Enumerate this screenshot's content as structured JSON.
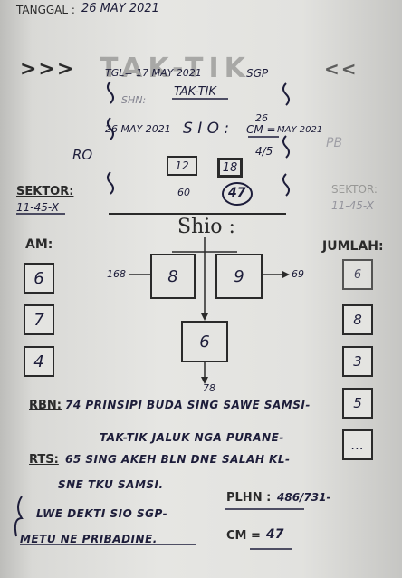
{
  "header": {
    "tanggal_label": "TANGGAL :",
    "tanggal_value": "26 MAY 2021"
  },
  "title": {
    "arrows_left": ">>>",
    "text": "TAK-TIK",
    "arrows_right": "<<"
  },
  "notes": {
    "tgl": "TGL= 17 MAY 2021",
    "shn": "SHN:",
    "sgp_left": "SGP",
    "taktik": "TAK-TIK",
    "tgl2": "26 MAY 2021",
    "sio": "S I O :",
    "cm_label": "CM =",
    "cm_day": "26",
    "cm_month": "MAY 2021",
    "fraction": "4/5",
    "ro": "RO",
    "small_left": "12",
    "small_right": "18",
    "below_left": "60",
    "below_right": "47",
    "right_ghost": "PB"
  },
  "sektor": {
    "left_label": "SEKTOR:",
    "left_value": "11-45-X",
    "right_label": "SEKTOR:",
    "right_value": "11-45-X"
  },
  "shio_label": "Shio :",
  "am": {
    "label": "AM:",
    "values": [
      "6",
      "7",
      "4"
    ]
  },
  "jumlah": {
    "label": "JUMLAH:",
    "values": [
      "6",
      "8",
      "3",
      "5",
      "..."
    ]
  },
  "diagram": {
    "left_input": "168",
    "box_a": "8",
    "box_b": "9",
    "right_output": "69",
    "box_c": "6",
    "bottom_output": "78"
  },
  "rbn": {
    "label": "RBN:",
    "line1": "74 PRINSIPI BUDA SING SAWE SAMSI-",
    "line2": "TAK-TIK JALUK NGA PURANE-"
  },
  "rts": {
    "label": "RTS:",
    "line1": "65 SING AKEH BLN DNE SALAH KL-",
    "line2": "SNE TKU SAMSI."
  },
  "closing": {
    "line1": "LWE DEKTI SIO SGP-",
    "line2": "METU NE PRIBADINE."
  },
  "plhn": {
    "label": "PLHN :",
    "value": "486/731-"
  },
  "cm": {
    "label": "CM =",
    "value": "47"
  }
}
